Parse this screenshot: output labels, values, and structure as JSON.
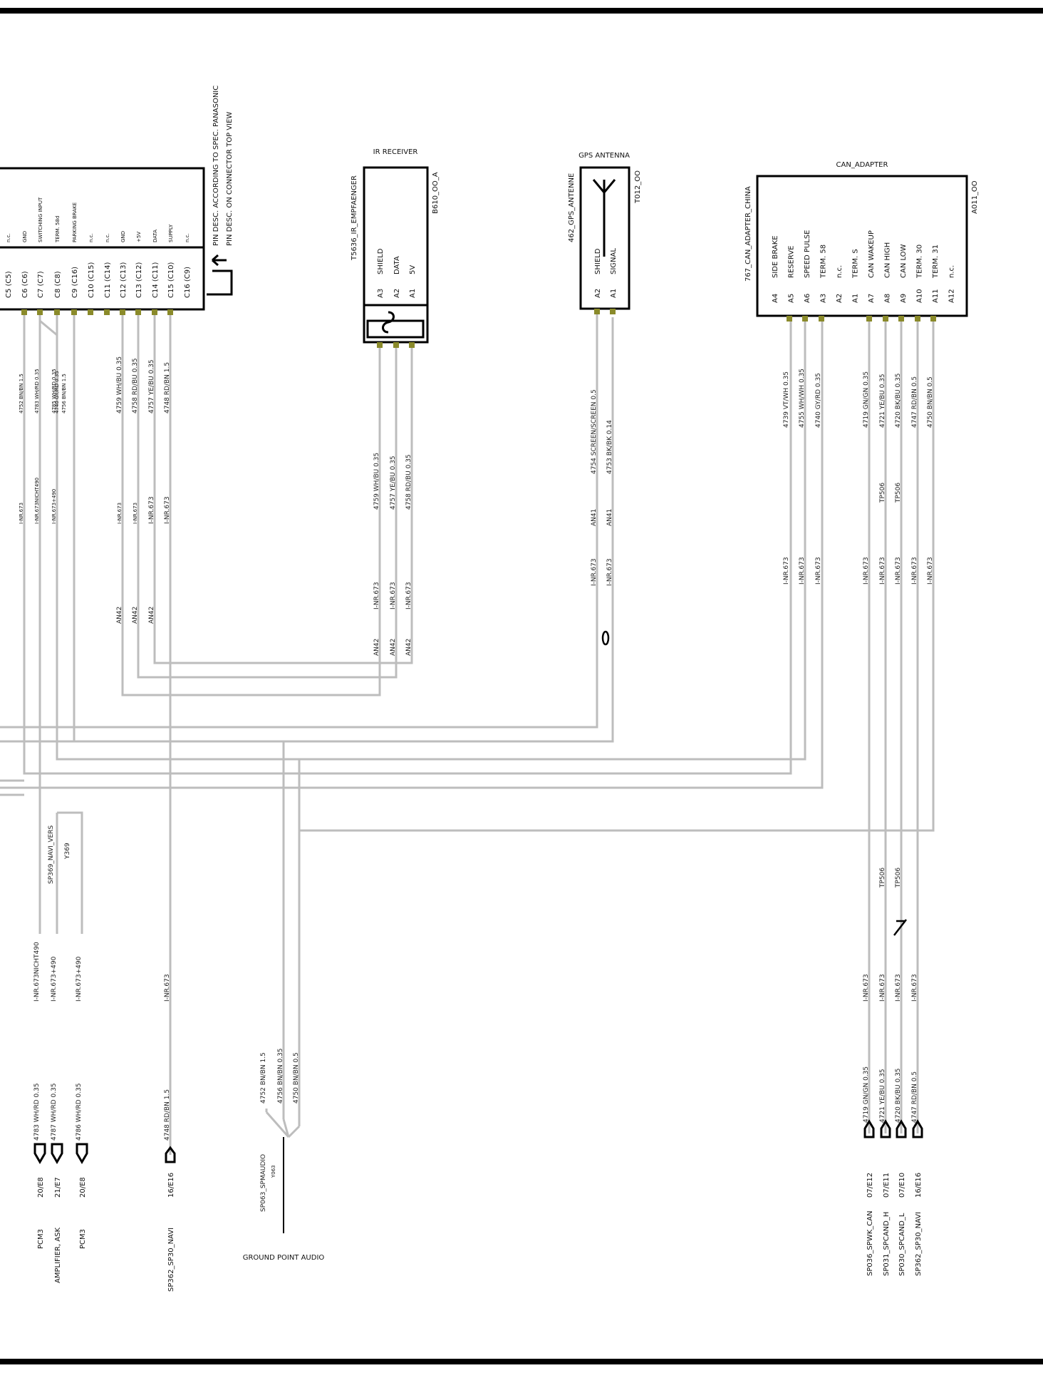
{
  "connectors": {
    "main": {
      "pin_desc_1": "PIN DESC. ACCORDING TO SPEC. PANASONIC",
      "pin_desc_2": "PIN DESC. ON CONNECTOR  TOP VIEW",
      "pins": [
        {
          "pin": "C5  (C5)",
          "func": "n.c."
        },
        {
          "pin": "C6  (C6)",
          "func": "GND"
        },
        {
          "pin": "C7  (C7)",
          "func": "SWITCHING INPUT"
        },
        {
          "pin": "C8  (C8)",
          "func": "TERM. 58d"
        },
        {
          "pin": "C9  (C16)",
          "func": "PARKING  BRAKE"
        },
        {
          "pin": "C10 (C15)",
          "func": "n.c."
        },
        {
          "pin": "C11 (C14)",
          "func": "n.c."
        },
        {
          "pin": "C12 (C13)",
          "func": "GND"
        },
        {
          "pin": "C13 (C12)",
          "func": "+5V"
        },
        {
          "pin": "C14 (C11)",
          "func": "DATA"
        },
        {
          "pin": "C15 (C10)",
          "func": "SUPPLY"
        },
        {
          "pin": "C16 (C9)",
          "func": "n.c."
        }
      ],
      "wires": [
        "4752 BN/BN 1.5",
        "4783 WH/RD 0.35",
        "4785 WH/RD 0.35",
        "4740 GY/RD 0.35",
        "4756 BN/BN 1.5",
        "4759 WH/BU 0.35",
        "4758 RD/BU 0.35",
        "4757 YE/BU 0.35",
        "4748 RD/BN 1.5"
      ],
      "mid_labels": [
        "I-NR.673",
        "I-NR.673NICHT490",
        "I-NR.673+490",
        "I-NR.673",
        "I-NR.673"
      ]
    },
    "ir": {
      "title": "IR RECEIVER",
      "name": "T5636_IR_EMPFAENGER",
      "code": "B610_OO_A",
      "pins": [
        {
          "pin": "A3",
          "func": "SHIELD"
        },
        {
          "pin": "A2",
          "func": "DATA"
        },
        {
          "pin": "A1",
          "func": "5V"
        }
      ],
      "wires": [
        "4759 WH/BU 0.35",
        "4757 YE/BU 0.35",
        "4758 RD/BU 0.35"
      ]
    },
    "gps": {
      "title": "GPS ANTENNA",
      "name": "462_GPS_ANTENNE",
      "code": "T012_OO",
      "pins": [
        {
          "pin": "A2",
          "func": "SHIELD"
        },
        {
          "pin": "A1",
          "func": "SIGNAL"
        }
      ],
      "wires": [
        "4754 SCREEN/SCREEN 0.5",
        "4753 BK/BK 0.14"
      ]
    },
    "can": {
      "title": "CAN_ADAPTER",
      "name": "767_CAN_ADAPTER_CHINA",
      "code": "A011_OO",
      "pins": [
        {
          "pin": "A4",
          "func": "SIDE BRAKE"
        },
        {
          "pin": "A5",
          "func": "RESERVE"
        },
        {
          "pin": "A6",
          "func": "SPEED PULSE"
        },
        {
          "pin": "A3",
          "func": "TERM. 58"
        },
        {
          "pin": "A2",
          "func": "n.c."
        },
        {
          "pin": "A1",
          "func": "TERM. S"
        },
        {
          "pin": "A7",
          "func": "CAN WAKEUP"
        },
        {
          "pin": "A8",
          "func": "CAN HIGH"
        },
        {
          "pin": "A9",
          "func": "CAN LOW"
        },
        {
          "pin": "A10",
          "func": "TERM. 30"
        },
        {
          "pin": "A11",
          "func": "TERM. 31"
        },
        {
          "pin": "A12",
          "func": "n.c."
        }
      ],
      "wires": [
        "4739 VT/WH 0.35",
        "4755 WH/WH 0.35",
        "4740 GY/RD 0.35",
        "4719 GN/GN 0.35",
        "4721 YE/BU 0.35",
        "4720 BK/BU 0.35",
        "4747 RD/BN 0.5",
        "4750 BN/BN 0.5"
      ]
    }
  },
  "labels": {
    "inr": "I-NR.673",
    "an41": "AN41",
    "an42": "AN42",
    "tp506": "TP506",
    "sp369": "SP369_NAVI_VERS",
    "y369": "Y369",
    "inr_nicht": "I-NR.673NICHT490",
    "inr_plus": "I-NR.673+490",
    "sp063": "SP063_SPMAUDIO",
    "y063": "Y063",
    "ground": "GROUND POINT AUDIO"
  },
  "bottom_left": [
    {
      "wire": "4783 WH/RD 0.35",
      "ref": "20/E8",
      "dest": "PCM3"
    },
    {
      "wire": "4787 WH/RD 0.35",
      "ref": "21/E7",
      "dest": "AMPLIFIER, ASK"
    },
    {
      "wire": "4786 WH/RD 0.35",
      "ref": "20/E8",
      "dest": "PCM3"
    },
    {
      "wire": "4748 RD/BN 1.5",
      "ref": "16/E16",
      "dest": "SP362_SP30_NAVI"
    }
  ],
  "audio_wires": [
    "4752 BN/BN 1.5",
    "4756 BN/BN 0.35",
    "4750 BN/BN 0.5"
  ],
  "bottom_right": [
    {
      "wire": "4719 GN/GN 0.35",
      "ref": "07/E12",
      "dest": "SP036_SPWK_CAN"
    },
    {
      "wire": "4721 YE/BU 0.35",
      "ref": "07/E11",
      "dest": "SP031_SPCAND_H"
    },
    {
      "wire": "4720 BK/BU 0.35",
      "ref": "07/E10",
      "dest": "SP030_SPCAND_L"
    },
    {
      "wire": "4747 RD/BN 0.5",
      "ref": "16/E16",
      "dest": "SP362_SP30_NAVI"
    }
  ]
}
